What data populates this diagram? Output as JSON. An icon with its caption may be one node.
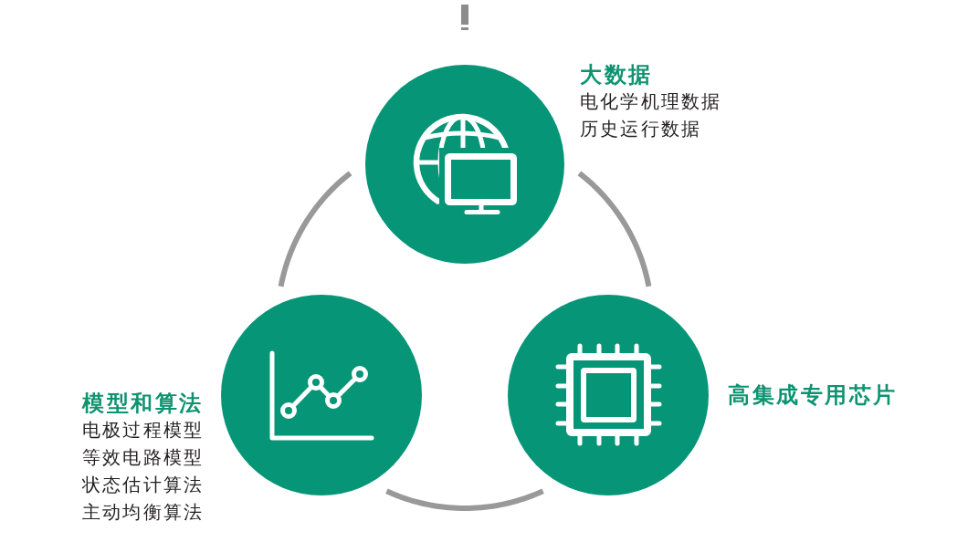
{
  "diagram": {
    "nodes": [
      {
        "text": [
          "大数据"
        ],
        "beside": [
          "电化学机理数据",
          "历史运行数据"
        ]
      },
      {
        "text": [
          "模型和算法"
        ],
        "beside": [
          "电极过程模型",
          "等效电路模型",
          "状态估计算法",
          "主动均衡算法"
        ]
      },
      {
        "text": [
          "高集成专用芯片"
        ]
      }
    ],
    "edges": [
      {
        "from": 0,
        "to": 1,
        "arrow": "none"
      },
      {
        "from": 0,
        "to": 2,
        "arrow": "none"
      },
      {
        "from": 1,
        "to": 2,
        "arrow": "none"
      }
    ]
  }
}
